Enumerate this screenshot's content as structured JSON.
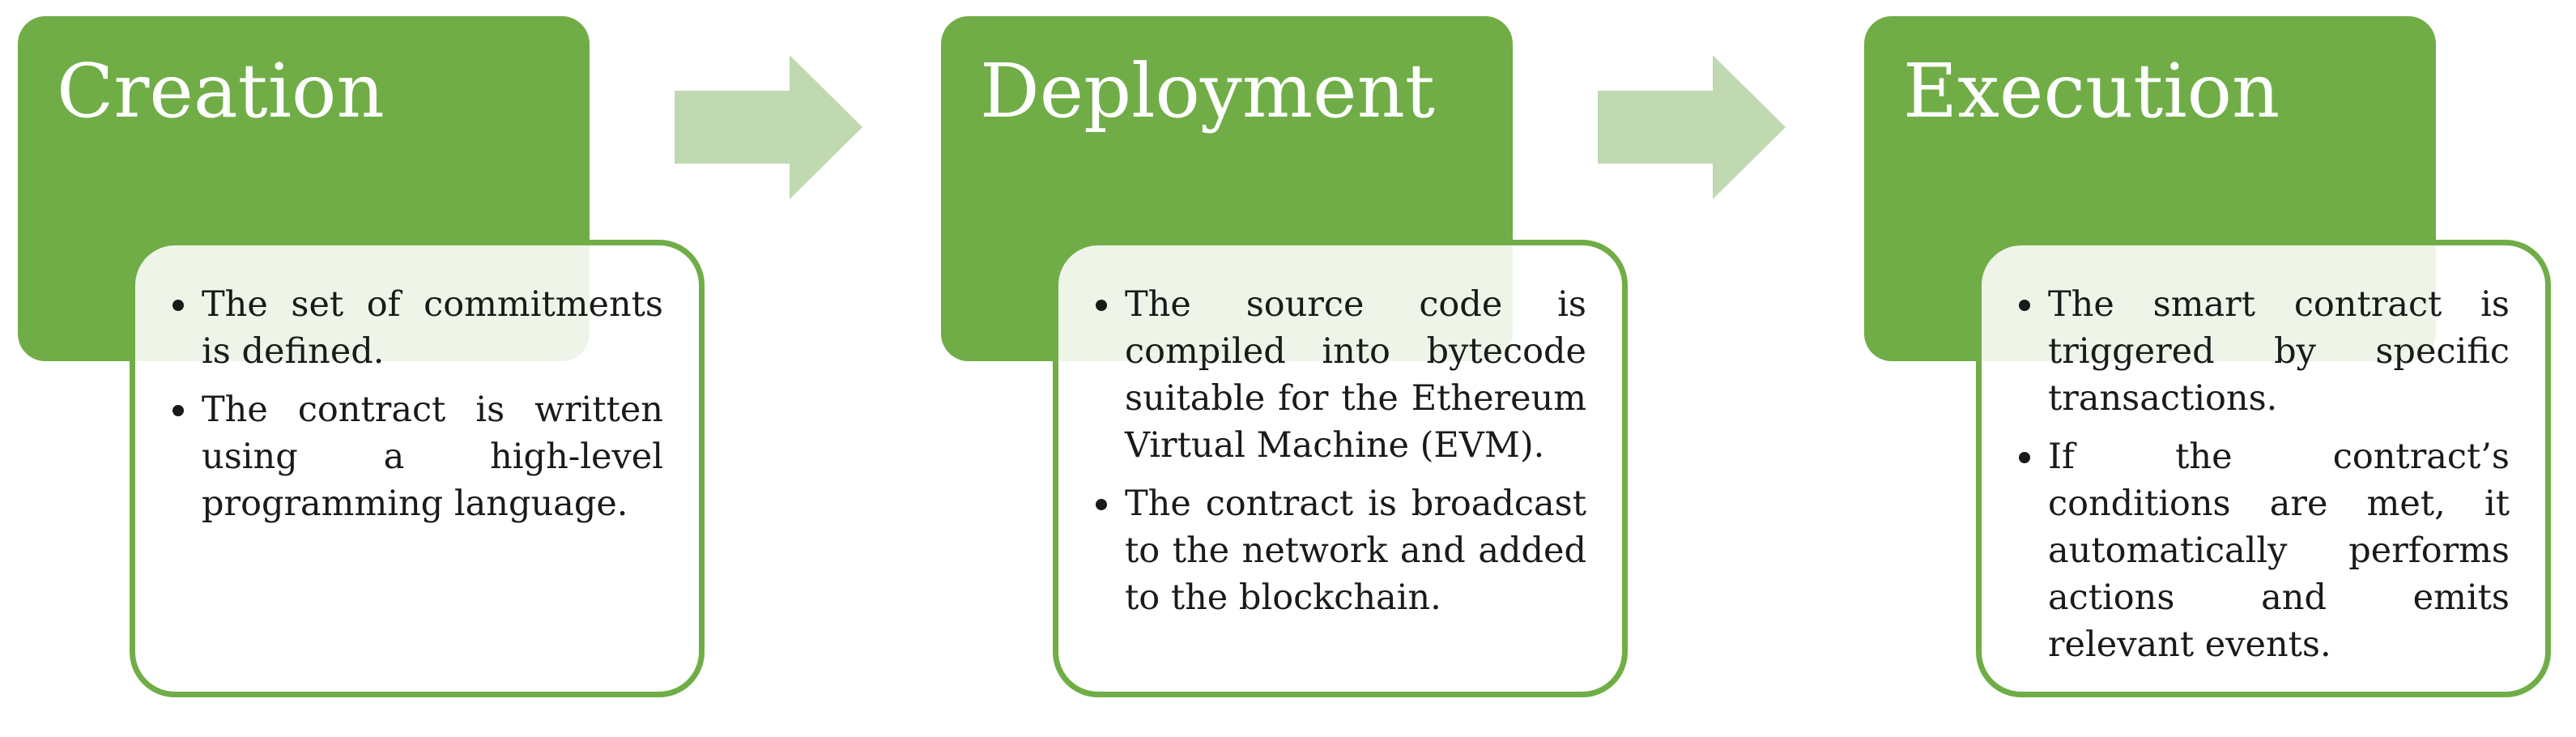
{
  "colors": {
    "accent": "#70ad47",
    "arrow": "#c0d9b1"
  },
  "stages": [
    {
      "title": "Creation",
      "bullets": [
        "The set of commitments is defined.",
        "The contract is written using a high-level programming language."
      ]
    },
    {
      "title": "Deployment",
      "bullets": [
        "The source code is compiled into bytecode suitable for the Ethereum Virtual Machine (EVM).",
        "The contract is broadcast to the network and added to the blockchain."
      ]
    },
    {
      "title": "Execution",
      "bullets": [
        "The smart contract is triggered by specific transactions.",
        "If the contract’s conditions are met, it automatically performs actions and emits relevant events."
      ]
    }
  ],
  "arrows": [
    {
      "icon": "right-arrow-icon"
    },
    {
      "icon": "right-arrow-icon"
    }
  ]
}
